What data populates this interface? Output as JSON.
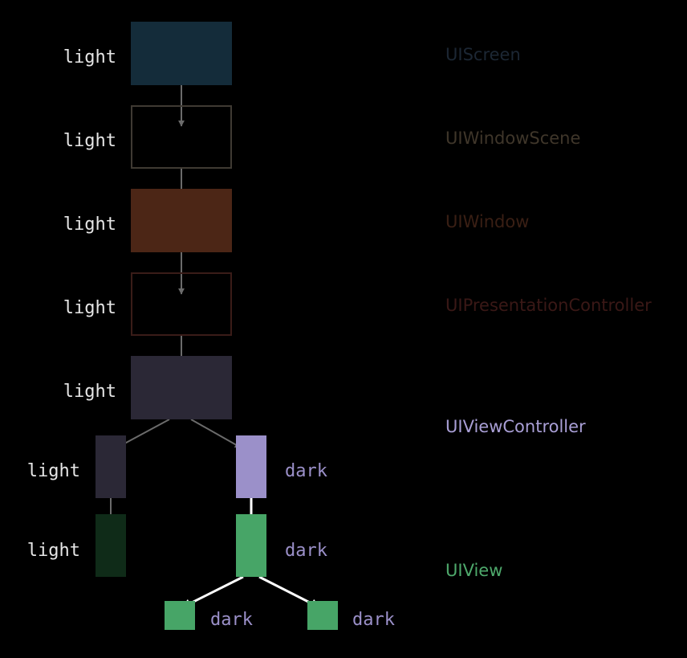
{
  "colors": {
    "background": "#000000",
    "arrow_dim": "#6b6b6b",
    "arrow_bright": "#ffffff",
    "light_text": "#e6e6e6",
    "dark_text": "#9b90c9",
    "screen": "#142c3a",
    "window_scene_border": "#3f3a33",
    "window": "#4c2616",
    "presentation_border": "#3a1c18",
    "view_controller_dim": "#2b2836",
    "view_controller_bright": "#9b90c9",
    "view_dim": "#0f2b18",
    "view_bright": "#47a567"
  },
  "hierarchy": {
    "screen": {
      "mode": "light",
      "class_name": "UIScreen"
    },
    "window_scene": {
      "mode": "light",
      "class_name": "UIWindowScene"
    },
    "window": {
      "mode": "light",
      "class_name": "UIWindow"
    },
    "presentation_controller": {
      "mode": "light",
      "class_name": "UIPresentationController"
    },
    "view_controller": {
      "mode": "light",
      "class_name": "UIViewController"
    },
    "child_view_controller_left": {
      "mode": "light"
    },
    "child_view_controller_right": {
      "mode": "dark"
    },
    "view_left": {
      "mode": "light",
      "class_name": "UIView"
    },
    "view_right": {
      "mode": "dark"
    },
    "subview_left": {
      "mode": "dark"
    },
    "subview_right": {
      "mode": "dark"
    }
  }
}
